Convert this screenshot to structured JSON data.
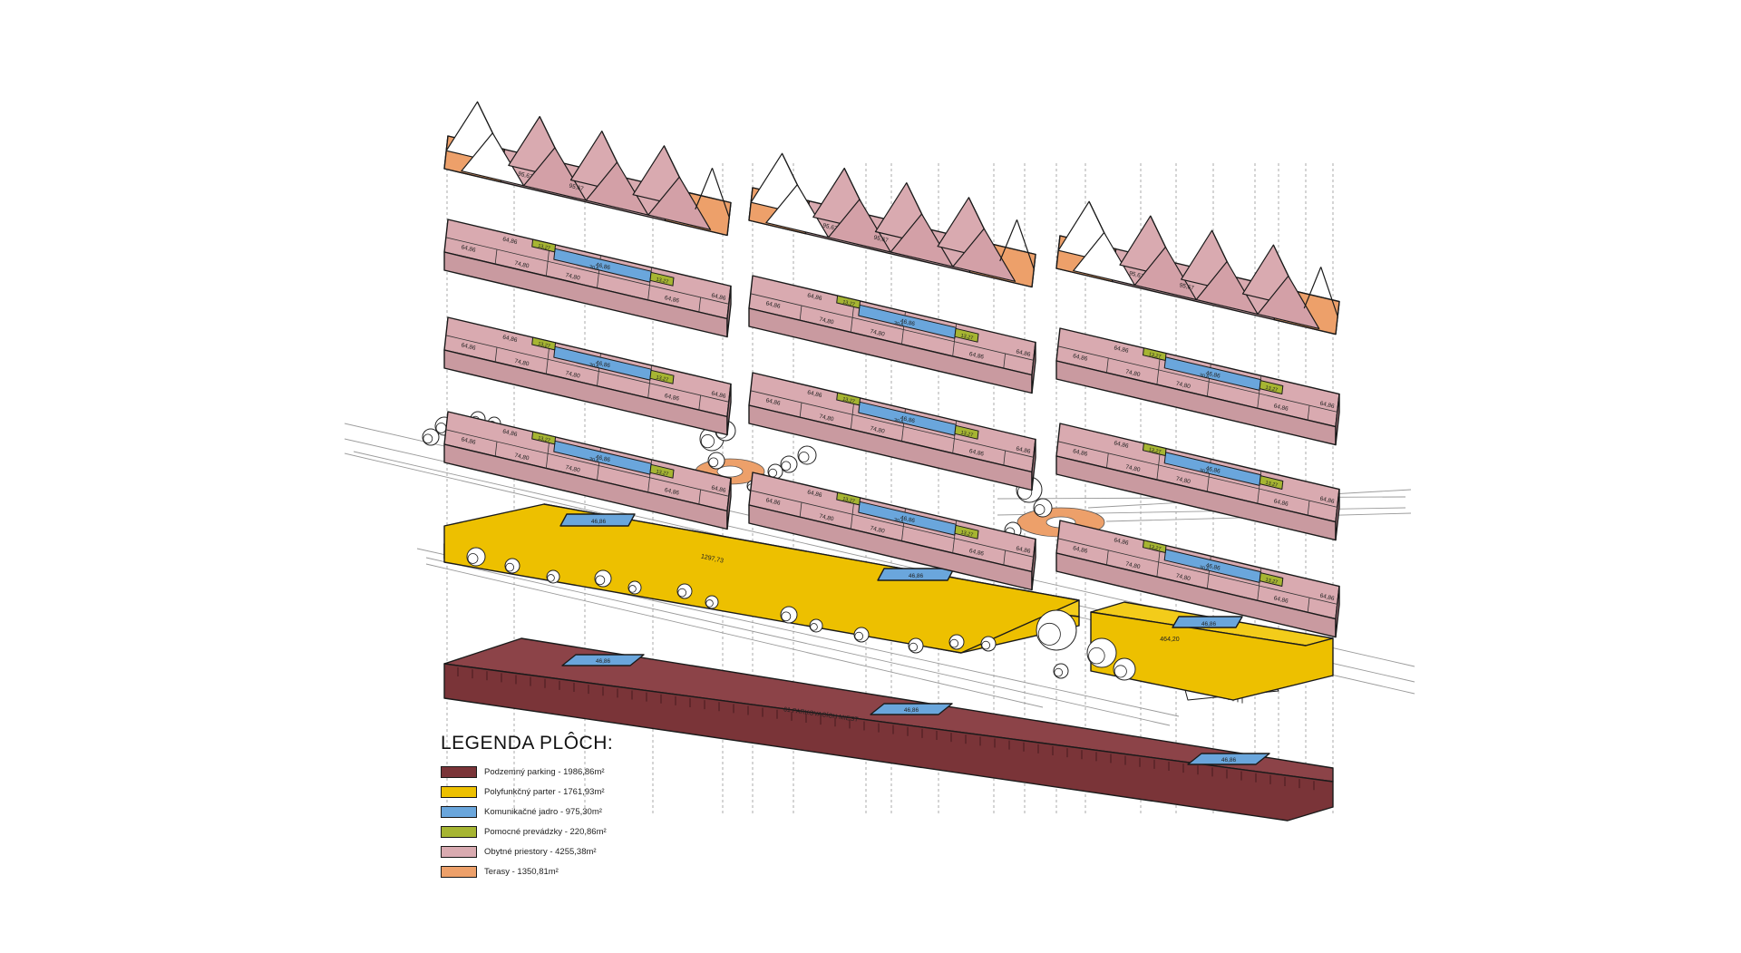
{
  "colors": {
    "parking": "#7a3438",
    "polyfunkcny": "#edc000",
    "komunikacne": "#6aa6dc",
    "pomocne": "#a6b532",
    "obytne": "#d9aab0",
    "terasy": "#eda06a",
    "line": "#1a1a1a"
  },
  "legend": {
    "title": "LEGENDA PLÔCH:",
    "items": [
      {
        "label": "Podzemný parking - 1986,86m²",
        "color": "#7a3438"
      },
      {
        "label": "Polyfunkčný parter - 1761,93m²",
        "color": "#edc000"
      },
      {
        "label": "Komunikačné jadro - 975,30m²",
        "color": "#6aa6dc"
      },
      {
        "label": "Pomocné prevádzky - 220,86m²",
        "color": "#a6b532"
      },
      {
        "label": "Obytné priestory - 4255,38m²",
        "color": "#d9aab0"
      },
      {
        "label": "Terasy - 1350,81m²",
        "color": "#eda06a"
      }
    ]
  },
  "labels": {
    "apartment_a": "64,86",
    "apartment_b": "74,80",
    "core": "46,86",
    "core_small": "30,6",
    "aux": "13,27",
    "roof": "95,67",
    "parter_main": "1297,73",
    "parter_side": "464,20",
    "parking_text": "61 PARKOVACÍCH MIEST"
  }
}
